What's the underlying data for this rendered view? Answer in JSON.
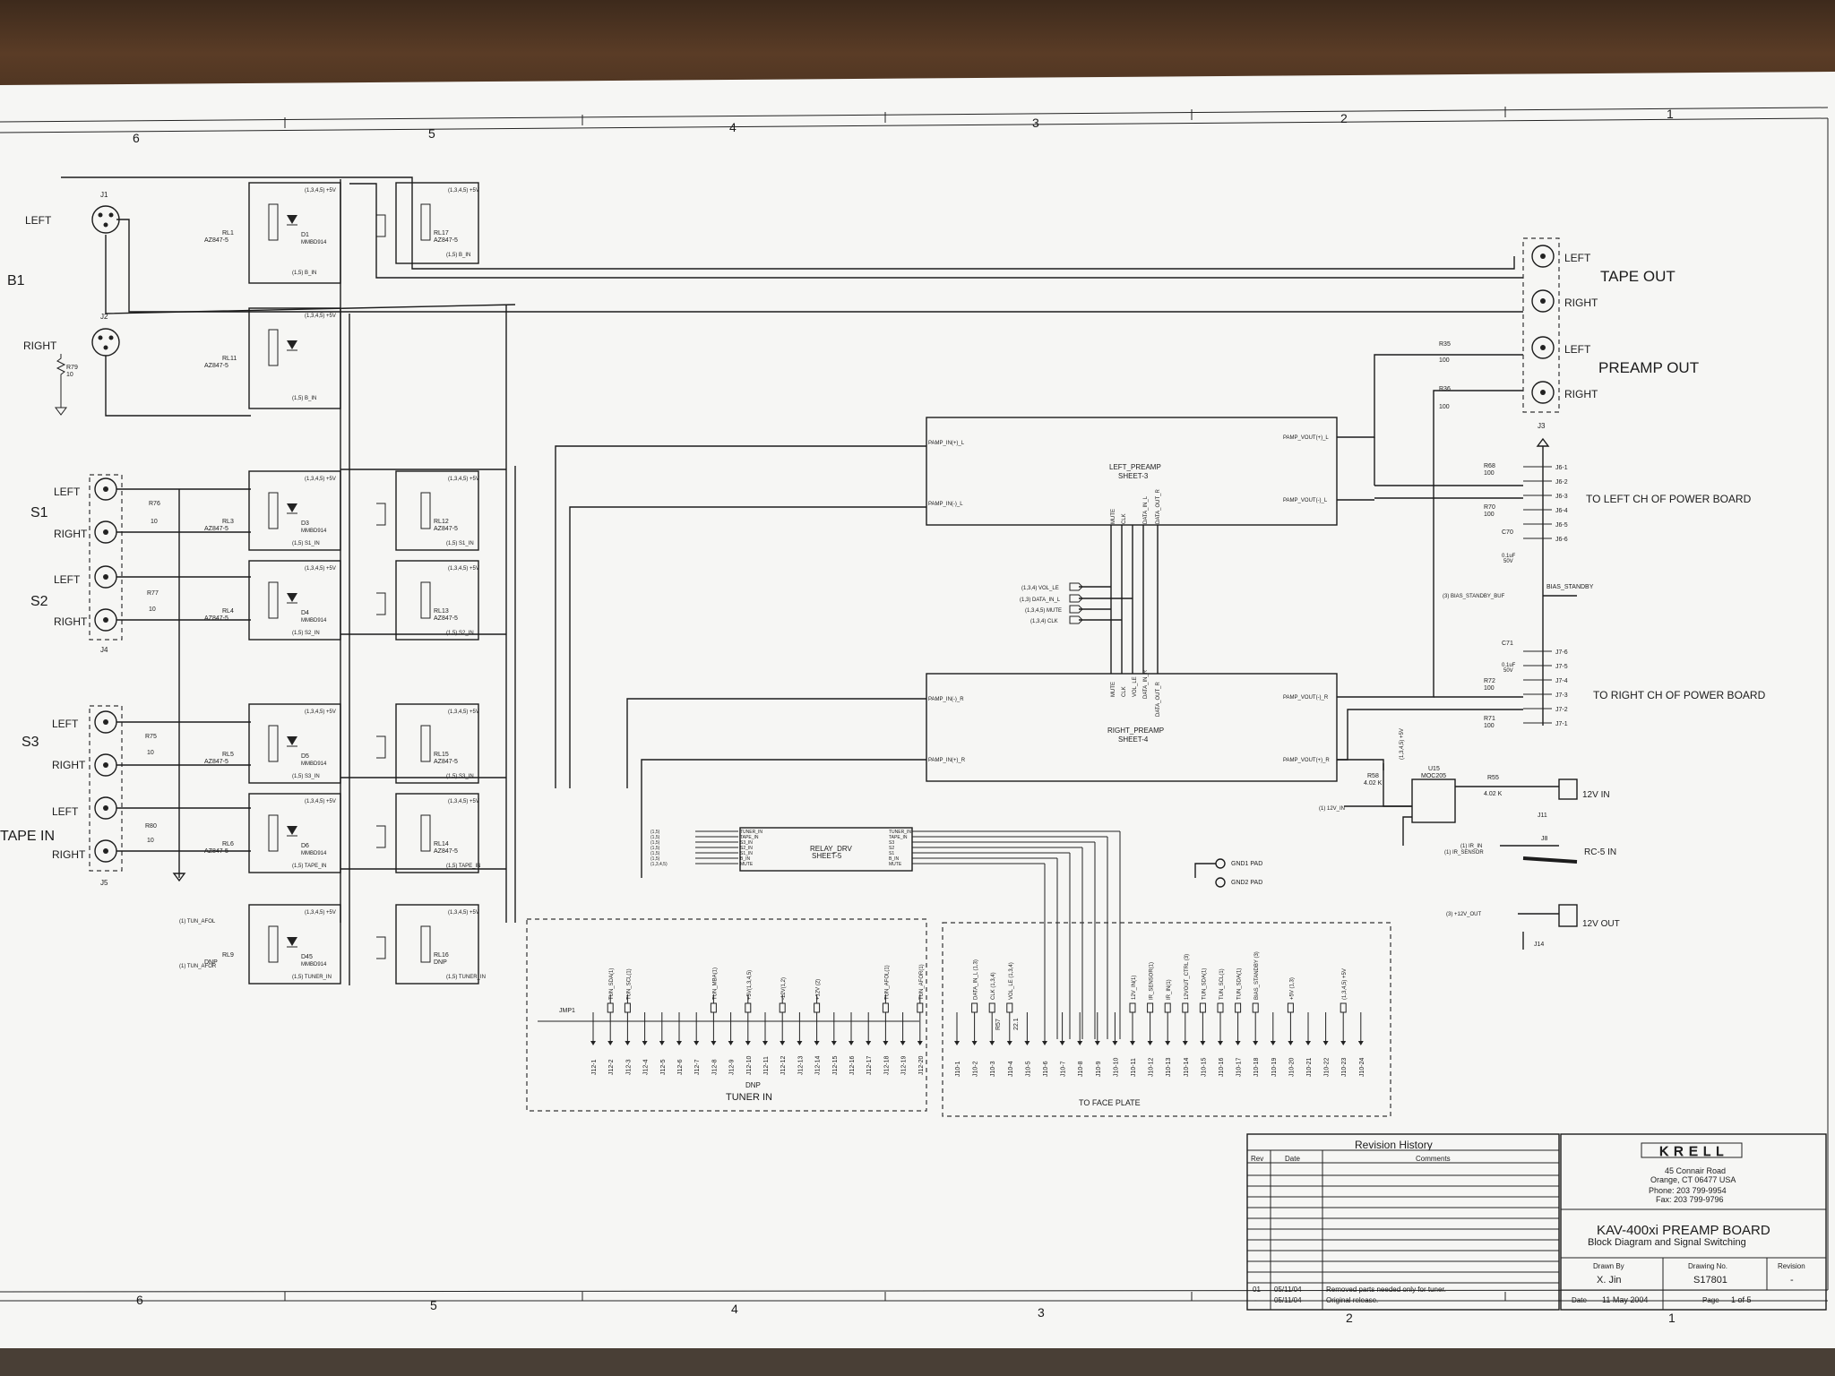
{
  "zones": {
    "top": [
      "6",
      "5",
      "4",
      "3",
      "2",
      "1"
    ],
    "bottom": [
      "6",
      "5",
      "4",
      "3",
      "2",
      "1"
    ]
  },
  "left_inputs": {
    "b1": {
      "name": "B1",
      "left": "LEFT",
      "right": "RIGHT",
      "j_left": "J1",
      "j_right": "J2"
    },
    "s1": {
      "name": "S1",
      "left": "LEFT",
      "right": "RIGHT"
    },
    "s2": {
      "name": "S2",
      "left": "LEFT",
      "right": "RIGHT"
    },
    "s3": {
      "name": "S3",
      "left": "LEFT",
      "right": "RIGHT"
    },
    "tape_in": {
      "name": "TAPE IN",
      "left": "LEFT",
      "right": "RIGHT"
    },
    "j4": "J4",
    "j5": "J5",
    "resistors": [
      {
        "ref": "R79",
        "val": "10"
      },
      {
        "ref": "R76",
        "val": "10"
      },
      {
        "ref": "R77",
        "val": "10"
      },
      {
        "ref": "R75",
        "val": "10"
      },
      {
        "ref": "R80",
        "val": "10"
      }
    ]
  },
  "relays": [
    {
      "ref": "RL1",
      "part": "AZ847-5",
      "diode": "D1",
      "dpart": "MMBD914",
      "net": "(1,3,4,5) +5V",
      "sig": "(1,5) B_IN"
    },
    {
      "ref": "RL11",
      "part": "AZ847-5",
      "diode": "",
      "dpart": "",
      "net": "(1,3,4,5) +5V",
      "sig": "(1,5) B_IN"
    },
    {
      "ref": "RL3",
      "part": "AZ847-5",
      "diode": "D3",
      "dpart": "MMBD914",
      "net": "(1,3,4,5) +5V",
      "sig": "(1,5) S1_IN"
    },
    {
      "ref": "RL4",
      "part": "AZ847-5",
      "diode": "D4",
      "dpart": "MMBD914",
      "net": "(1,3,4,5) +5V",
      "sig": "(1,5) S2_IN"
    },
    {
      "ref": "RL5",
      "part": "AZ847-5",
      "diode": "D5",
      "dpart": "MMBD914",
      "net": "(1,3,4,5) +5V",
      "sig": "(1,5) S3_IN"
    },
    {
      "ref": "RL6",
      "part": "AZ847-5",
      "diode": "D6",
      "dpart": "MMBD914",
      "net": "(1,3,4,5) +5V",
      "sig": "(1,5) TAPE_IN"
    },
    {
      "ref": "RL9",
      "part": "DNP",
      "diode": "D45",
      "dpart": "MMBD914",
      "net": "(1,3,4,5) +5V",
      "sig": "(1,5) TUNER_IN"
    }
  ],
  "relays_right": [
    {
      "ref": "RL17",
      "part": "AZ847-5",
      "net": "(1,3,4,5) +5V",
      "sig": "(1,5) B_IN"
    },
    {
      "ref": "RL12",
      "part": "AZ847-5",
      "net": "(1,3,4,5) +5V",
      "sig": "(1,5) S1_IN"
    },
    {
      "ref": "RL13",
      "part": "AZ847-5",
      "net": "(1,3,4,5) +5V",
      "sig": "(1,5) S2_IN"
    },
    {
      "ref": "RL15",
      "part": "AZ847-5",
      "net": "(1,3,4,5) +5V",
      "sig": "(1,5) S3_IN"
    },
    {
      "ref": "RL14",
      "part": "AZ847-5",
      "net": "(1,3,4,5) +5V",
      "sig": "(1,5) TAPE_IN"
    },
    {
      "ref": "RL16",
      "part": "DNP",
      "net": "(1,3,4,5) +5V",
      "sig": "(1,5) TUNER_IN"
    }
  ],
  "tuner_nets": {
    "afol": "(1) TUN_AFOL",
    "afor": "(1) TUN_AFOR"
  },
  "left_preamp": {
    "title": "LEFT_PREAMP",
    "sheet": "SHEET-3",
    "in_pos": "PAMP_IN(+)_L",
    "in_neg": "PAMP_IN(-)_L",
    "out_pos": "PAMP_VOUT(+)_L",
    "out_neg": "PAMP_VOUT(-)_L",
    "pins": [
      "MUTE",
      "CLK",
      "DATA_IN_L",
      "DATA_OUT_R"
    ]
  },
  "right_preamp": {
    "title": "RIGHT_PREAMP",
    "sheet": "SHEET-4",
    "in_neg": "PAMP_IN(-)_R",
    "in_pos": "PAMP_IN(+)_R",
    "out_neg": "PAMP_VOUT(-)_R",
    "out_pos": "PAMP_VOUT(+)_R",
    "pins": [
      "MUTE",
      "CLK",
      "VOL_LE",
      "DATA_IN_R",
      "DATA_OUT_R"
    ]
  },
  "control_nets": [
    "(1,3,4) VOL_LE",
    "(1,3) DATA_IN_L",
    "(1,3,4,5) MUTE",
    "(1,3,4) CLK"
  ],
  "relay_drv": {
    "title": "RELAY_DRV",
    "sheet": "SHEET-5",
    "ins": [
      "TUNER_IN",
      "TAPE_IN",
      "S3_IN",
      "S2_IN",
      "S1_IN",
      "B_IN",
      "MUTE"
    ],
    "outs": [
      "TUNER_IN",
      "TAPE_IN",
      "S3",
      "S2",
      "S1",
      "B_IN",
      "MUTE"
    ],
    "nets": [
      "(1,5)",
      "(1,5)",
      "(1,5)",
      "(1,5)",
      "(1,5)",
      "(1,5)",
      "(1,3,4,5)"
    ]
  },
  "outputs": {
    "tape_out": "TAPE OUT",
    "preamp_out": "PREAMP OUT",
    "left": "LEFT",
    "right": "RIGHT",
    "j3": "J3",
    "r35": "R35",
    "r35v": "100",
    "r36": "R36",
    "r36v": "100"
  },
  "power_left": {
    "label": "TO LEFT CH OF POWER BOARD",
    "pins": [
      "J6-1",
      "J6-2",
      "J6-3",
      "J6-4",
      "J6-5",
      "J6-6"
    ],
    "r68": "R68",
    "r68v": "100",
    "r70": "R70",
    "r70v": "100",
    "c70": "C70",
    "c70v": "0.1uF",
    "c70v2": "50V"
  },
  "bias": {
    "net": "(3) BIAS_STANDBY_BUF",
    "label": "BIAS_STANDBY"
  },
  "power_right": {
    "label": "TO RIGHT CH OF POWER BOARD",
    "pins": [
      "J7-6",
      "J7-5",
      "J7-4",
      "J7-3",
      "J7-2",
      "J7-1"
    ],
    "c71": "C71",
    "c71v": "0.1uF",
    "c71v2": "50V",
    "r72": "R72",
    "r72v": "100",
    "r71": "R71",
    "r71v": "100"
  },
  "trigger": {
    "u15": "U15",
    "u15p": "MOC205",
    "r58": "R58",
    "r58v": "4.02 K",
    "r55": "R55",
    "r55v": "4.02 K",
    "net12": "(1) 12V_IN",
    "net5": "(1,3,4,5) +5V",
    "j11": "J11",
    "in12": "12V IN",
    "j8": "J8",
    "ir": "(1) IR_IN",
    "irs": "(1) IR_SENSOR",
    "rc5": "RC-5 IN",
    "out12net": "(3) +12V_OUT",
    "out12": "12V OUT",
    "j14": "J14"
  },
  "gnd_pads": [
    "GND1 PAD",
    "GND2 PAD"
  ],
  "tuner_in": {
    "title": "TUNER IN",
    "dnp": "DNP",
    "jmp": "JMP1",
    "pins": [
      "J12-1",
      "J12-2",
      "J12-3",
      "J12-4",
      "J12-5",
      "J12-6",
      "J12-7",
      "J12-8",
      "J12-9",
      "J12-10",
      "J12-11",
      "J12-12",
      "J12-13",
      "J12-14",
      "J12-15",
      "J12-16",
      "J12-17",
      "J12-18",
      "J12-19",
      "J12-20"
    ],
    "nets": [
      "",
      "TUN_SDA(1)",
      "TUN_SCL(1)",
      "",
      "",
      "",
      "",
      "TUN_MBA(1)",
      "",
      "+5V(1,3,4,5)",
      "",
      "-12V(1,2)",
      "",
      "+12V (2)",
      "",
      "",
      "",
      "TUN_AFOL(1)",
      "",
      "TUN_AFOR(1)"
    ]
  },
  "face_plate": {
    "title": "TO FACE PLATE",
    "pins": [
      "J10-1",
      "J10-2",
      "J10-3",
      "J10-4",
      "J10-5",
      "J10-6",
      "J10-7",
      "J10-8",
      "J10-9",
      "J10-10",
      "J10-11",
      "J10-12",
      "J10-13",
      "J10-14",
      "J10-15",
      "J10-16",
      "J10-17",
      "J10-18",
      "J10-19",
      "J10-20",
      "J10-21",
      "J10-22",
      "J10-23",
      "J10-24"
    ],
    "nets": [
      "",
      "DATA_IN_L (1,3)",
      "CLK (1,3,4)",
      "VOL_LE (1,3,4)",
      "",
      "",
      "",
      "",
      "",
      "",
      "12V_IN(1)",
      "IR_SENSOR(1)",
      "IR_IN(1)",
      "12VOUT_CTRL (3)",
      "TUN_SDA(1)",
      "TUN_SCL(1)",
      "TUN_SDA(1)",
      "BIAS_STANDBY (3)",
      "",
      "+5V (1,3)",
      "",
      "",
      "(1,3,4,5) +5V",
      ""
    ],
    "r57": "R57",
    "r57v": "22.1"
  },
  "revision": {
    "title": "Revision History",
    "col_rev": "Rev",
    "col_date": "Date",
    "col_comments": "Comments",
    "rows": [
      {
        "rev": "01",
        "date": "05/11/04",
        "comment": "Removed parts needed only for tuner."
      },
      {
        "rev": "-",
        "date": "05/11/04",
        "comment": "Original release."
      }
    ]
  },
  "title_block": {
    "logo": "KRELL",
    "addr1": "45 Connair Road",
    "addr2": "Orange, CT 06477  USA",
    "phone": "Phone: 203 799-9954",
    "fax": "Fax: 203 799-9796",
    "title": "KAV-400xi PREAMP BOARD",
    "subtitle": "Block Diagram and Signal Switching",
    "drawn_by_label": "Drawn By",
    "drawn_by": "X. Jin",
    "drawing_no_label": "Drawing No.",
    "drawing_no": "S17801",
    "revision_label": "Revision",
    "revision": "-",
    "date_label": "Date",
    "date": "11 May 2004",
    "page_label": "Page",
    "page": "1 of 5"
  }
}
